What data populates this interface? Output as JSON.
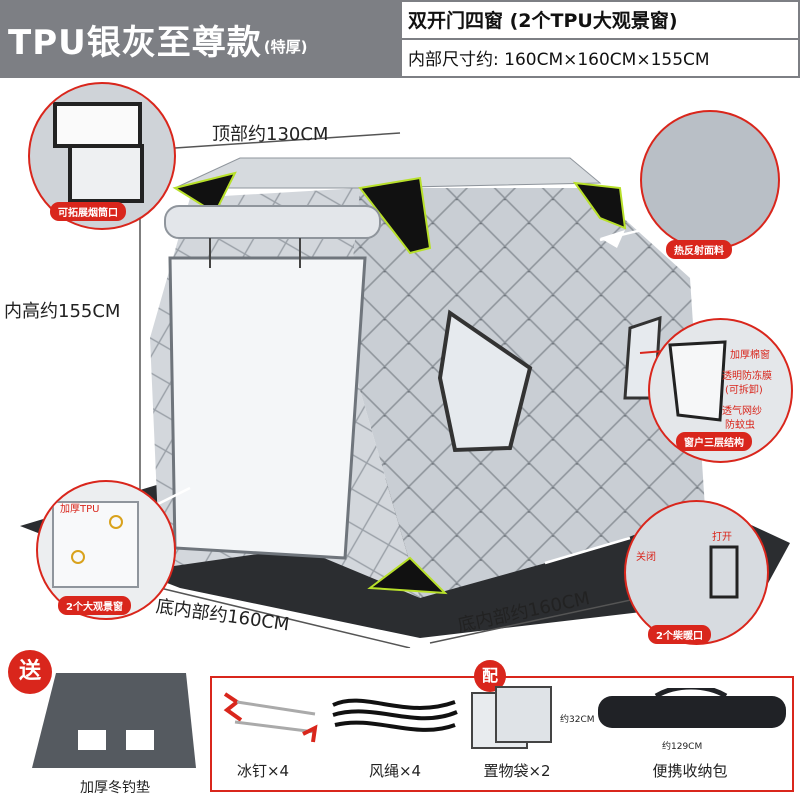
{
  "header": {
    "title": "TPU银灰至尊款",
    "title_suffix": "(特厚)",
    "spec_line1": "双开门四窗 (2个TPU大观景窗)",
    "spec_line2": "内部尺寸约: 160CM×160CM×155CM"
  },
  "dimensions": {
    "top": "顶部约130CM",
    "height": "内高约155CM",
    "bottom_left": "底内部约160CM",
    "bottom_right": "底内部约160CM"
  },
  "callouts": {
    "chimney": "可拓展烟筒口",
    "fabric": "热反射面料",
    "window": "窗户三层结构",
    "view_window": "2个大观景窗",
    "heater": "2个柴暖口"
  },
  "window_layers": {
    "layer1": "加厚棉窗",
    "layer2": "透明防冻膜",
    "layer2_note": "(可拆卸)",
    "layer3": "透气网纱",
    "layer3_note": "防蚊虫"
  },
  "view_window_note": "加厚TPU",
  "heater_labels": {
    "open": "打开",
    "close": "关闭"
  },
  "gift": {
    "badge": "送",
    "item_label": "加厚冬钓垫"
  },
  "accessories": {
    "badge": "配",
    "stakes": "冰钉×4",
    "rope": "风绳×4",
    "bags": "置物袋×2",
    "storage": "便携收纳包",
    "bag_height": "约32CM",
    "storage_length": "约129CM"
  },
  "colors": {
    "header_gray": "#7d7f84",
    "accent_red": "#d9261c",
    "tent_silver": "#c9ced4",
    "trim_green": "#b8e02a"
  }
}
